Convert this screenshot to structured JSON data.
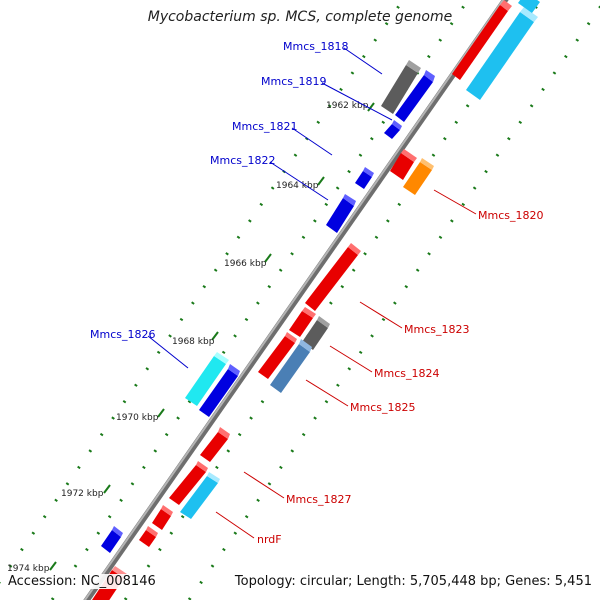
{
  "title": "Mycobacterium sp. MCS, complete genome",
  "footer": {
    "accession": "Accession: NC_008146",
    "summary": "Topology: circular; Length: 5,705,448 bp; Genes: 5,451"
  },
  "colors": {
    "backbone": "#8a8a8a",
    "tick": "#1a7a1a",
    "label_top": "#0000cc",
    "label_bottom": "#cc0000"
  },
  "scale_ticks": [
    "1962 kbp",
    "1964 kbp",
    "1966 kbp",
    "1968 kbp",
    "1970 kbp",
    "1972 kbp",
    "1974 kbp"
  ],
  "gene_labels": [
    {
      "text": "Mmcs_1818",
      "strand": "top"
    },
    {
      "text": "Mmcs_1819",
      "strand": "top"
    },
    {
      "text": "Mmcs_1821",
      "strand": "top"
    },
    {
      "text": "Mmcs_1822",
      "strand": "top"
    },
    {
      "text": "Mmcs_1826",
      "strand": "top"
    },
    {
      "text": "Mmcs_1820",
      "strand": "bottom"
    },
    {
      "text": "Mmcs_1823",
      "strand": "bottom"
    },
    {
      "text": "Mmcs_1824",
      "strand": "bottom"
    },
    {
      "text": "Mmcs_1825",
      "strand": "bottom"
    },
    {
      "text": "Mmcs_1827",
      "strand": "bottom"
    },
    {
      "text": "nrdF",
      "strand": "bottom"
    }
  ]
}
